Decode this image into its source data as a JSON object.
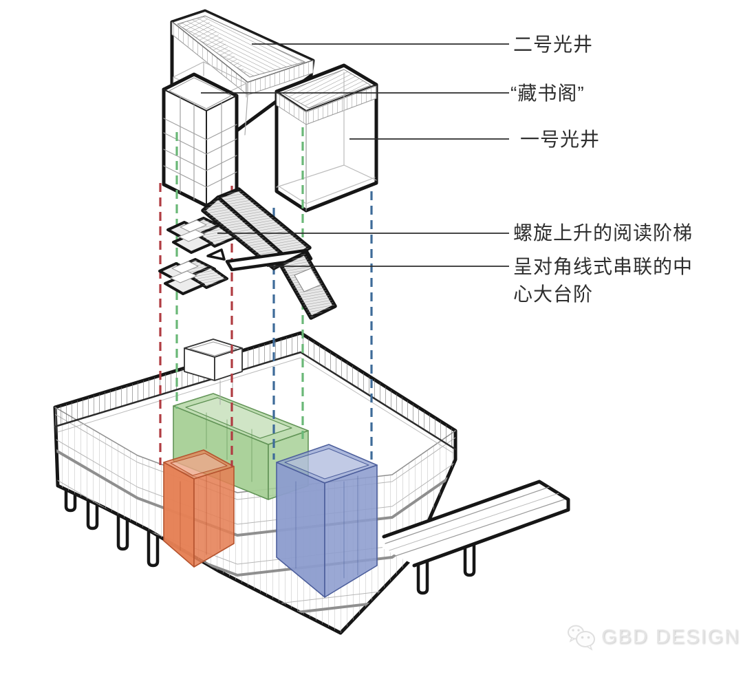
{
  "labels": [
    {
      "id": "light-well-2",
      "text": "二号光井"
    },
    {
      "id": "book-pavilion",
      "text": "“藏书阁”"
    },
    {
      "id": "light-well-1",
      "text": "一号光井"
    },
    {
      "id": "reading-steps",
      "text": "螺旋上升的阅读阶梯"
    },
    {
      "id": "grand-steps",
      "line1": "呈对角线式串联的中",
      "line2": "心大台阶"
    }
  ],
  "watermark": {
    "brand": "GBD DESIGN"
  },
  "colors": {
    "dash_red": "#b03c42",
    "dash_green": "#6ab877",
    "dash_blue": "#3e6b99",
    "volume_orange": "#e58055",
    "volume_green": "#a7d096",
    "volume_blue": "#8c9cce"
  }
}
